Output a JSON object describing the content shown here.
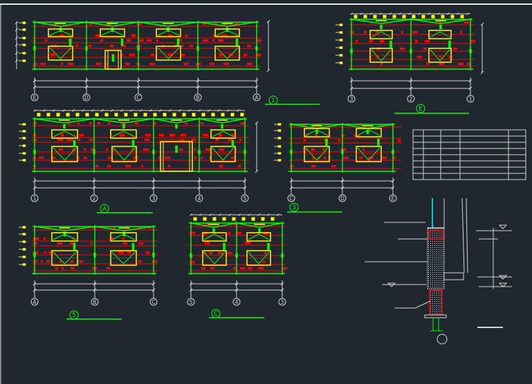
{
  "colors": {
    "background": "#21272f",
    "red": "#ff0000",
    "green": "#00ff00",
    "yellow": "#ffff00",
    "white": "#d4d4d4",
    "cyan": "#00ffff"
  },
  "elevations": [
    {
      "title": "1",
      "axes": [
        "E",
        "D",
        "C",
        "B",
        "A"
      ]
    },
    {
      "title": "E",
      "axes": [
        "3",
        "2",
        "1"
      ]
    },
    {
      "title": "A",
      "axes": [
        "1",
        "2",
        "3",
        "4",
        "5"
      ]
    },
    {
      "title": "3",
      "axes": [
        "C",
        "D",
        "E"
      ]
    },
    {
      "title": "5",
      "axes": [
        "A",
        "B",
        "C"
      ]
    },
    {
      "title": "C",
      "axes": [
        "5",
        "4",
        "3"
      ]
    }
  ]
}
